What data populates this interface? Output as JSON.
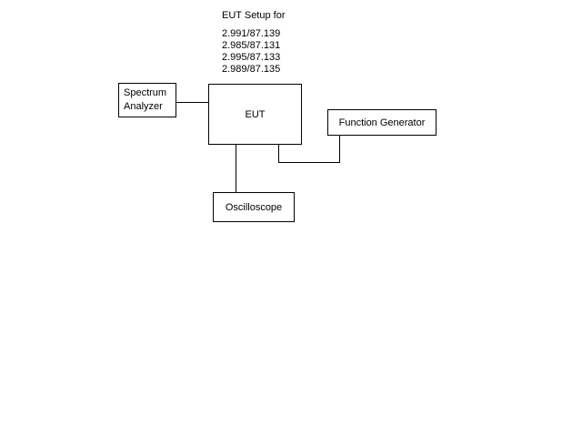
{
  "caption": {
    "title": "EUT Setup for",
    "values": [
      "2.991/87.139",
      "2.985/87.131",
      "2.995/87.133",
      "2.989/87.135"
    ]
  },
  "blocks": {
    "spectrum_analyzer": {
      "line1": "Spectrum",
      "line2": "Analyzer"
    },
    "eut": {
      "label": "EUT"
    },
    "function_generator": {
      "label": "Function Generator"
    },
    "oscilloscope": {
      "label": "Oscilloscope"
    }
  },
  "colors": {
    "background": "#ffffff",
    "stroke": "#000000",
    "text": "#000000"
  }
}
